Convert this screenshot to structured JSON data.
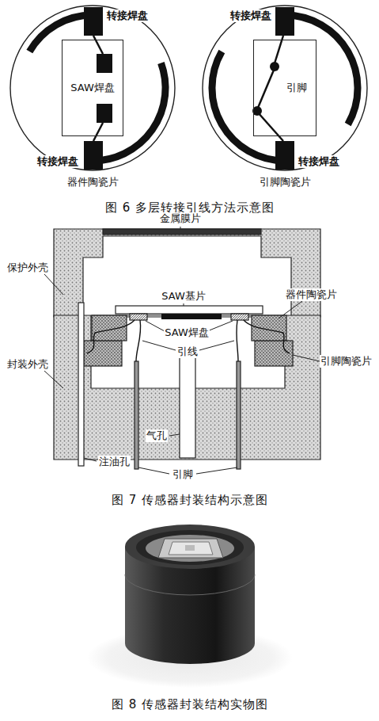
{
  "diagram": {
    "nodes": [
      {
        "text": [
          "器件陶瓷片"
        ]
      },
      {
        "text": [
          "SAW焊盘"
        ],
        "in": 0
      },
      {
        "text": [
          "引脚陶瓷片"
        ]
      },
      {
        "text": [
          "引脚"
        ],
        "in": 2
      }
    ],
    "labels": [
      "转接焊盘",
      "转接焊盘",
      "转接焊盘",
      "转接焊盘",
      "图 6 多层转接引线方法示意图",
      "金属膜片",
      "保护外壳",
      "SAW基片",
      "器件陶瓷片",
      "SAW焊盘",
      "引线",
      "封装外壳",
      "引脚陶瓷片",
      "注油孔",
      "气孔",
      "引脚",
      "图 7 传感器封装结构示意图",
      "图 8 传感器封装结构实物图"
    ]
  }
}
